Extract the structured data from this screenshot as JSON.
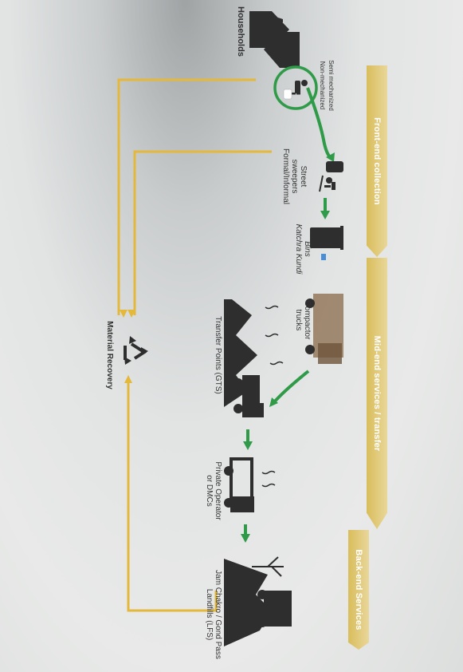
{
  "banners": {
    "front_end": "Front-end collection",
    "mid": "Mid-end services / transfer",
    "back_end": "Back-end Services"
  },
  "labels": {
    "households": "Households",
    "semi_mech": "Semi mechanized\nNon-mechanized",
    "sweepers": "Street\nsweepers\nFormal/Informal",
    "bins": "Bins\nKatchra Kundi",
    "compactor": "Compactor\ntrucks",
    "transfer": "Transfer Points (GTS)",
    "operator": "Private Operator\nor DMCs",
    "landfill": "Jam Chakro / Gond Pass\nLandfills (LFS)",
    "material": "Material Recovery"
  },
  "colors": {
    "green": "#2f9a48",
    "yellow": "#e4b83a",
    "icon": "#2e2e2e"
  },
  "icons": [
    "house-icon",
    "person-icon",
    "sweeper-icon",
    "bin-icon",
    "truck-icon",
    "dump-site-icon",
    "dump-truck-icon",
    "landfill-icon",
    "tree-icon",
    "recycle-icon"
  ]
}
